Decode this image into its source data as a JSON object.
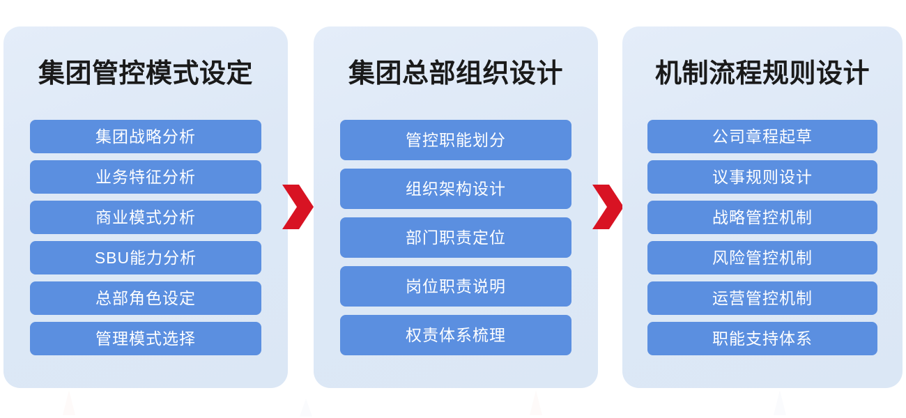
{
  "diagram": {
    "type": "three-stage-process-flow",
    "accent_color": "#5b8fe0",
    "panel_color": "#dde8f6",
    "arrow_color": "#d81323",
    "title_color": "#1a1a1a",
    "item_text_color": "#ffffff"
  },
  "stages": [
    {
      "title": "集团管控模式设定",
      "items": [
        "集团战略分析",
        "业务特征分析",
        "商业模式分析",
        "SBU能力分析",
        "总部角色设定",
        "管理模式选择"
      ]
    },
    {
      "title": "集团总部组织设计",
      "items": [
        "管控职能划分",
        "组织架构设计",
        "部门职责定位",
        "岗位职责说明",
        "权责体系梳理"
      ]
    },
    {
      "title": "机制流程规则设计",
      "items": [
        "公司章程起草",
        "议事规则设计",
        "战略管控机制",
        "风险管控机制",
        "运营管控机制",
        "职能支持体系"
      ]
    }
  ],
  "connectors": [
    {
      "icon": "chevron-right-arrow",
      "from": "集团管控模式设定",
      "to": "集团总部组织设计"
    },
    {
      "icon": "chevron-right-arrow",
      "from": "集团总部组织设计",
      "to": "机制流程规则设计"
    }
  ]
}
